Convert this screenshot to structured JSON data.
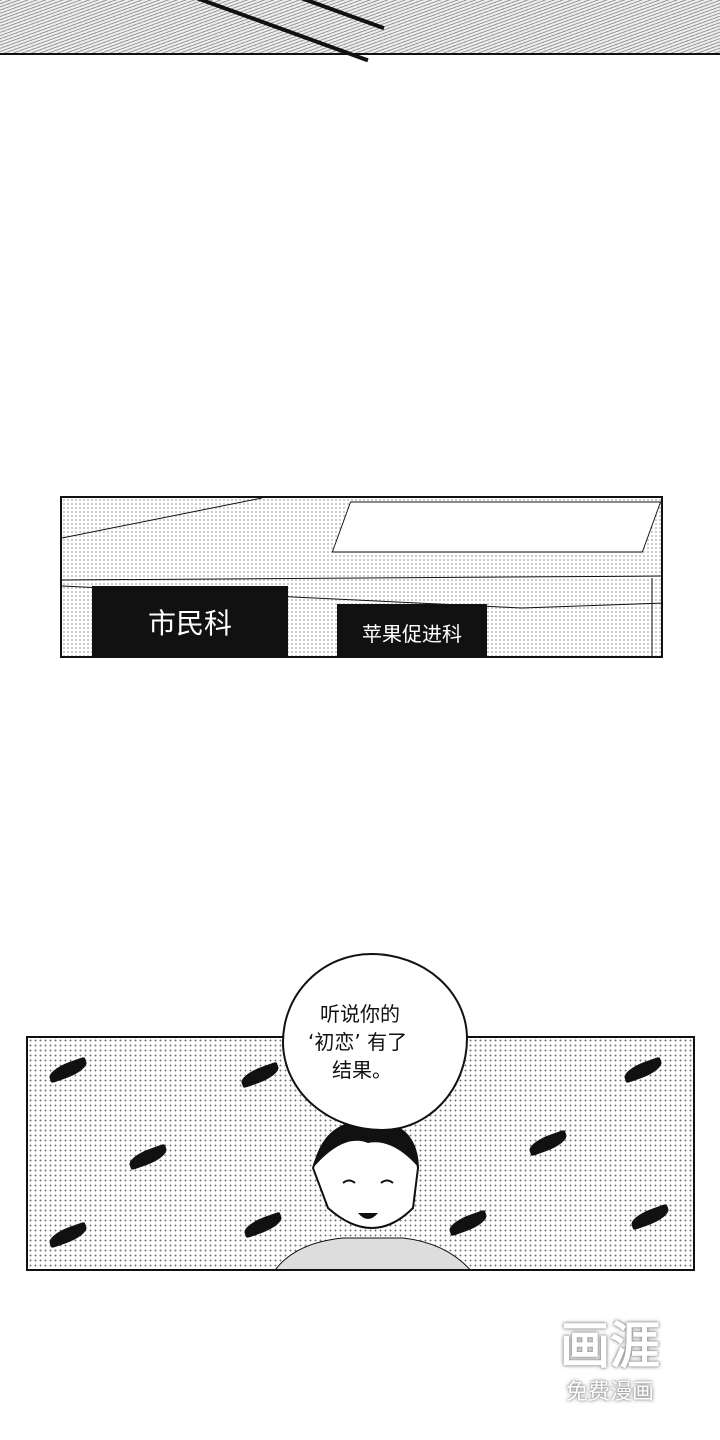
{
  "panel_ceiling": {
    "sign_left": "市民科",
    "sign_right": "苹果促进科"
  },
  "panel_character": {
    "speech_lines": [
      "听说你的",
      "‘初恋’ 有了",
      "结果。"
    ]
  },
  "watermark": {
    "logo": "画涯",
    "tagline": "免费漫画"
  }
}
